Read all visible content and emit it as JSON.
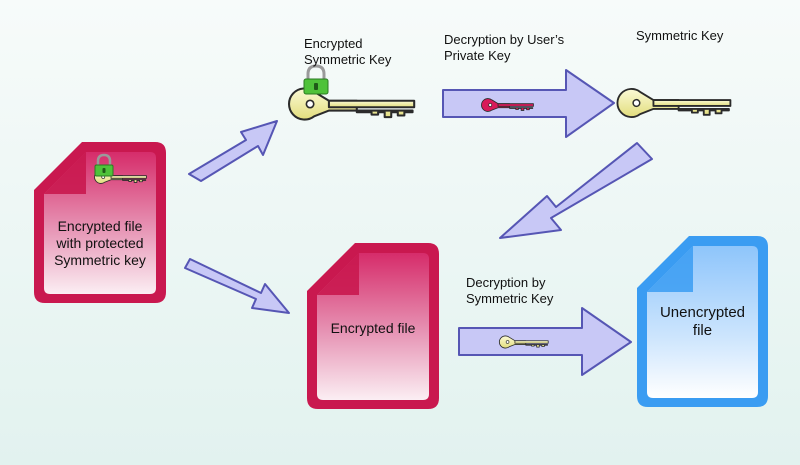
{
  "labels": {
    "encrypted_symmetric_key": "Encrypted\nSymmetric Key",
    "decryption_by_private_key": "Decryption by User’s\nPrivate Key",
    "symmetric_key": "Symmetric Key",
    "decryption_by_symmetric_key": "Decryption by\nSymmetric Key"
  },
  "documents": {
    "source": "Encrypted file\nwith protected\nSymmetric key",
    "encrypted": "Encrypted file",
    "unencrypted": "Unencrypted\nfile"
  },
  "colors": {
    "doc_red": "#c7164f",
    "doc_blue": "#3a9cf2",
    "arrow_fill": "#c8c8f6",
    "arrow_stroke": "#5656b4",
    "key_yellow": "#f2efa0",
    "key_red": "#d81a5a",
    "lock_green": "#4fc23a"
  },
  "icons": [
    "lock-icon",
    "key-icon"
  ]
}
